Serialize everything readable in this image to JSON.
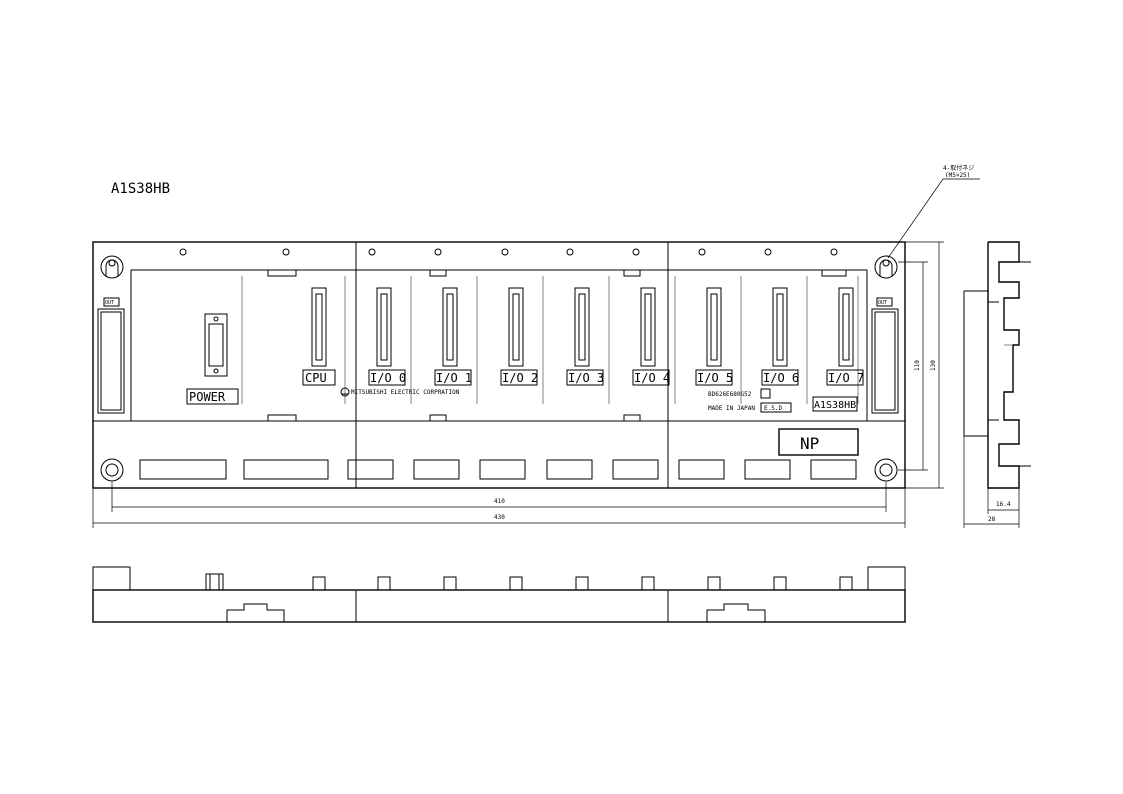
{
  "title": "A1S38HB",
  "callout": {
    "line1": "4-取付ネジ",
    "line2": "(M5×25)"
  },
  "out_label": "OUT",
  "slot_labels": [
    "POWER",
    "CPU",
    "I/O 0",
    "I/O 1",
    "I/O 2",
    "I/O 3",
    "I/O 4",
    "I/O 5",
    "I/O 6",
    "I/O 7"
  ],
  "maker": "MITSUBISHI ELECTRIC CORPRATION",
  "serial": "BD626E680G52",
  "made_in": "MADE IN JAPAN",
  "esd": "E.S.D",
  "model_plate": "A1S38HB",
  "np": "NP",
  "dimensions": {
    "inner_width": "410",
    "outer_width": "430",
    "inner_height": "110",
    "outer_height": "130",
    "depth_inner": "16.4",
    "depth_outer": "28"
  }
}
